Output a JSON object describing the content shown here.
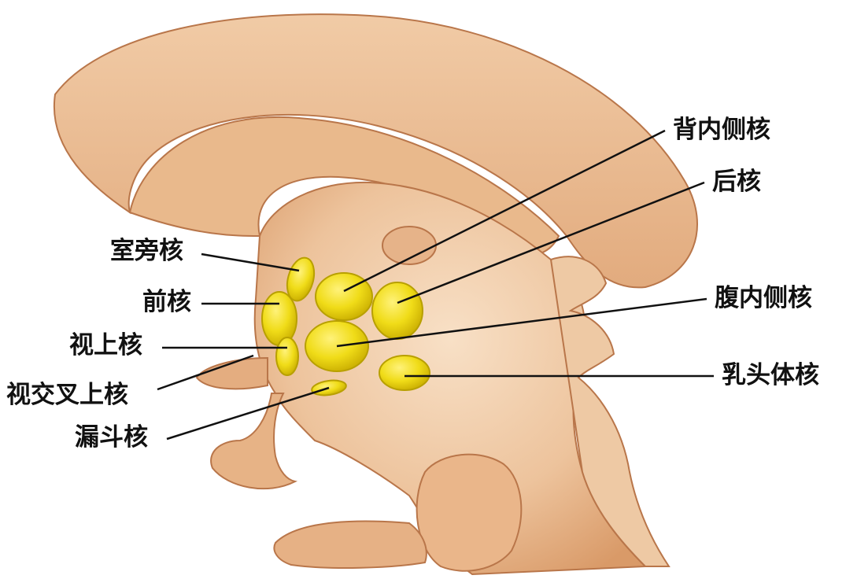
{
  "labels": {
    "paraventricular": "室旁核",
    "anterior": "前核",
    "supraoptic": "视上核",
    "suprachiasmatic": "视交叉上核",
    "infundibular": "漏斗核",
    "dorsomedial": "背内侧核",
    "posterior": "后核",
    "ventromedial": "腹内侧核",
    "mammillary": "乳头体核"
  },
  "colors": {
    "tissue_light": "#f3d3b3",
    "tissue_mid": "#e3ae80",
    "tissue_dark": "#b9764a",
    "nucleus": "#f2e020",
    "nucleus_edge": "#b8a000",
    "leader_line": "#111111"
  }
}
